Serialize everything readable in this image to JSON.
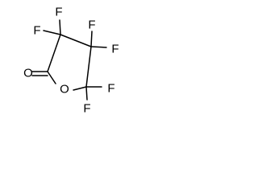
{
  "molecule": {
    "atoms": [
      {
        "id": "C3",
        "label": ""
      },
      {
        "id": "C4",
        "label": ""
      },
      {
        "id": "C5",
        "label": ""
      },
      {
        "id": "C2",
        "label": ""
      },
      {
        "id": "O1",
        "label": "O"
      },
      {
        "id": "O_carbonyl",
        "label": "O"
      },
      {
        "id": "F_C3_top",
        "label": "F"
      },
      {
        "id": "F_C3_left",
        "label": "F"
      },
      {
        "id": "F_C4_top",
        "label": "F"
      },
      {
        "id": "F_C4_right",
        "label": "F"
      },
      {
        "id": "F_C5_right",
        "label": "F"
      },
      {
        "id": "F_C5_bottom",
        "label": "F"
      }
    ]
  }
}
